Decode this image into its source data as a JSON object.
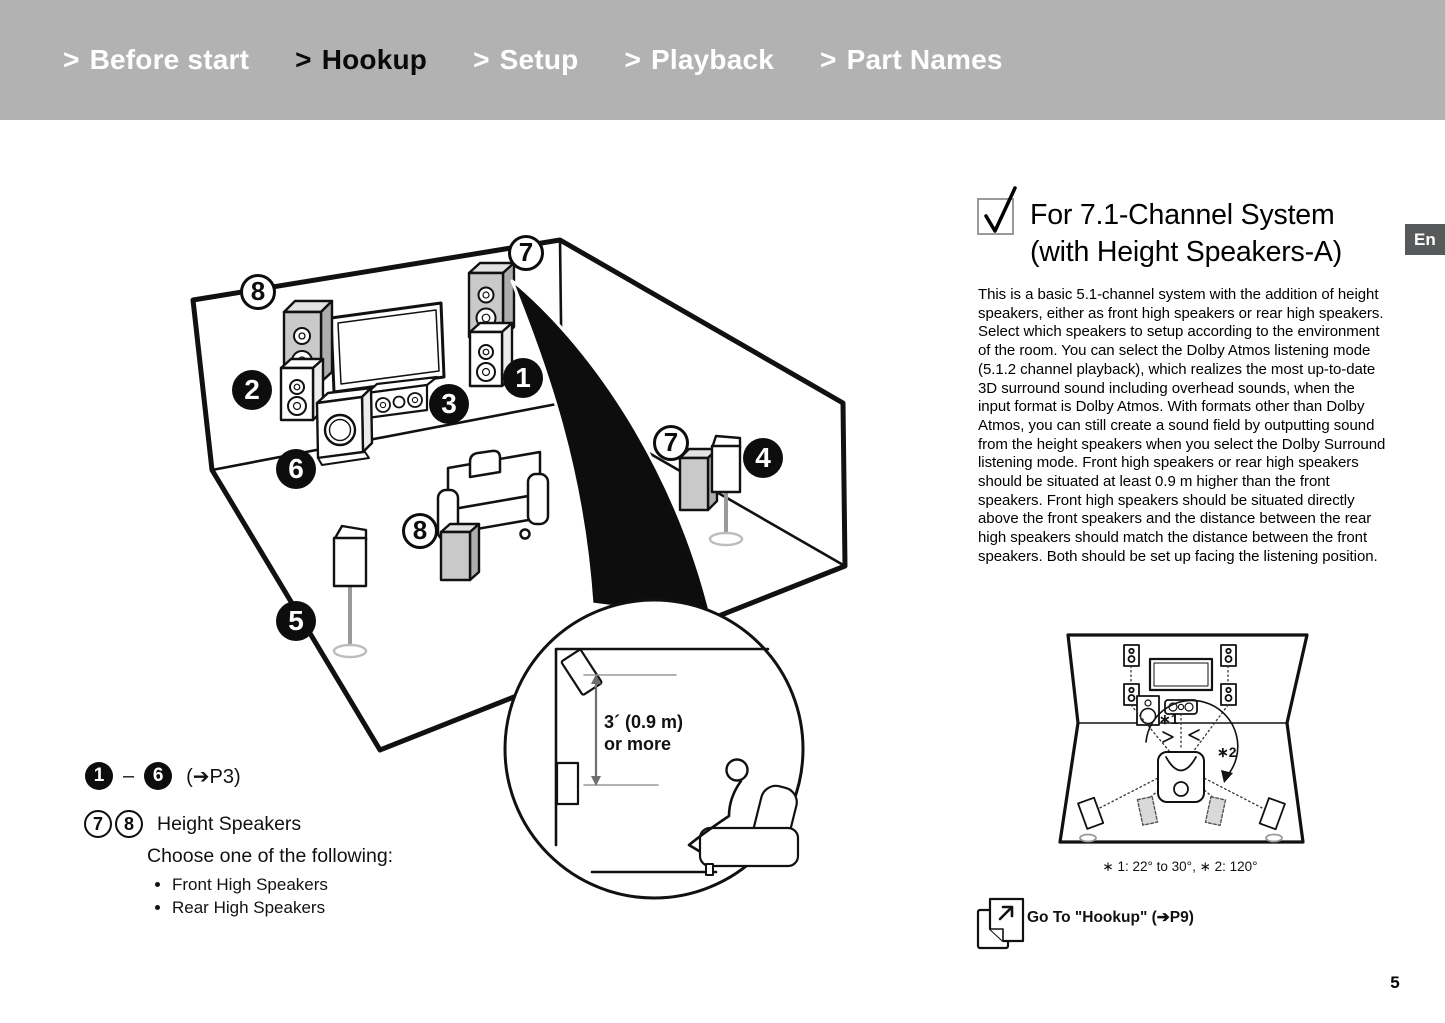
{
  "nav": {
    "chevron": ">",
    "items": [
      {
        "label": "Before start",
        "active": false
      },
      {
        "label": "Hookup",
        "active": true
      },
      {
        "label": "Setup",
        "active": false
      },
      {
        "label": "Playback",
        "active": false
      },
      {
        "label": "Part Names",
        "active": false
      }
    ]
  },
  "language_tab": {
    "label": "En"
  },
  "section": {
    "title_line1": "For 7.1-Channel System",
    "title_line2": "(with Height Speakers-A)",
    "checkbox_state": "checked",
    "body": "This is a basic 5.1-channel system with the addition of height speakers, either as front high speakers or rear high speakers. Select which speakers to setup according to the environment of the room. You can select the Dolby Atmos listening mode (5.1.2 channel playback), which realizes the most up-to-date 3D surround sound including overhead sounds, when the input format is Dolby Atmos. With formats other than Dolby Atmos, you can still create a sound field by outputting sound from the height speakers when you select the Dolby Surround listening mode. Front high speakers or rear high speakers should be situated at least 0.9 m higher than the front speakers. Front high speakers should be situated directly above the front speakers and the distance between the rear high speakers should match the distance between the front speakers. Both should be set up facing the listening position."
  },
  "main_diagram": {
    "markers": [
      {
        "n": "7",
        "style": "outline"
      },
      {
        "n": "8",
        "style": "outline"
      },
      {
        "n": "2",
        "style": "filled"
      },
      {
        "n": "1",
        "style": "filled"
      },
      {
        "n": "3",
        "style": "filled"
      },
      {
        "n": "7",
        "style": "outline"
      },
      {
        "n": "4",
        "style": "filled"
      },
      {
        "n": "6",
        "style": "filled"
      },
      {
        "n": "8",
        "style": "outline"
      },
      {
        "n": "5",
        "style": "filled"
      }
    ],
    "inset": {
      "distance_line1": "3´ (0.9 m)",
      "distance_line2": "or more"
    }
  },
  "legend": {
    "range": {
      "start": "1",
      "dash": "–",
      "end": "6",
      "ref": "(➔P3)"
    },
    "height": {
      "num1": "7",
      "num2": "8",
      "label": "Height Speakers"
    },
    "choose_label": "Choose one of the following:",
    "options": [
      "Front High Speakers",
      "Rear High Speakers"
    ]
  },
  "angle_diagram": {
    "label1": "∗1",
    "label2": "∗2",
    "caption": "∗ 1: 22° to 30°, ∗ 2: 120°"
  },
  "goto_link": {
    "label": "Go To \"Hookup\" (➔P9)"
  },
  "page_number": "5",
  "colors": {
    "nav_bg": "#b2b2b2",
    "tab_bg": "#58595b",
    "ink": "#111111",
    "speaker_gray": "#c9c9c9"
  }
}
